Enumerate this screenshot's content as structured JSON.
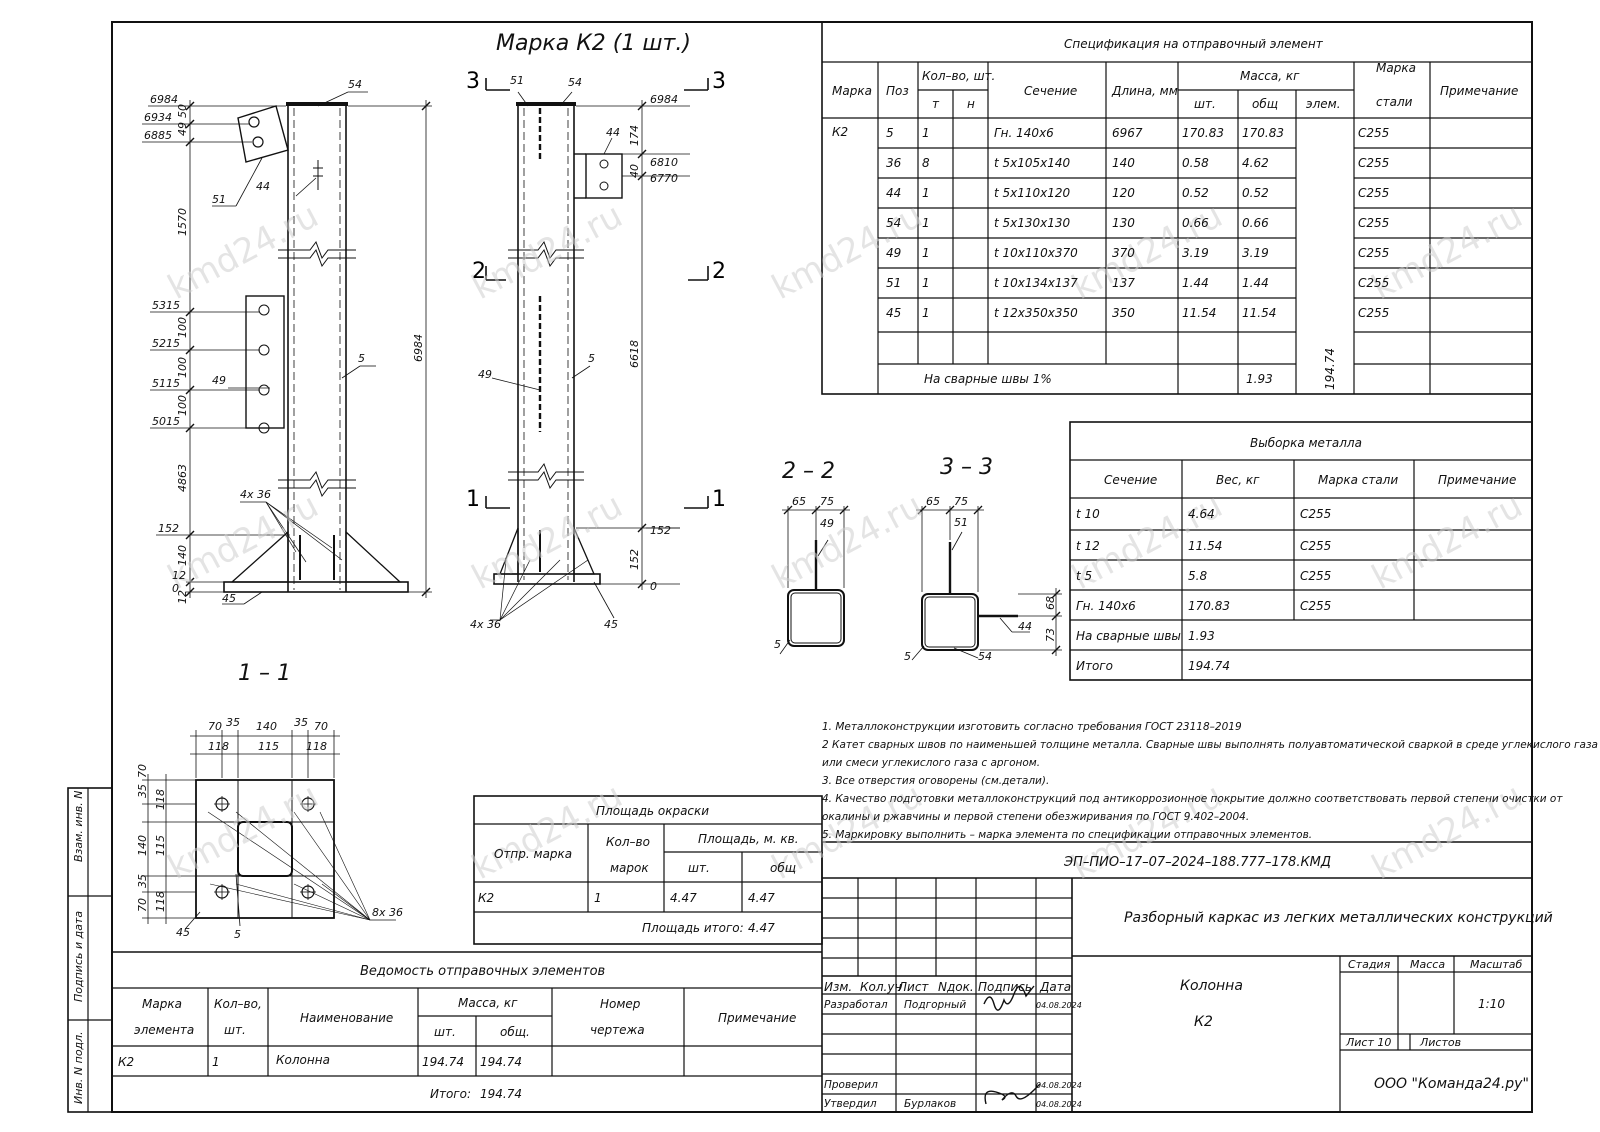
{
  "title": "Марка К2 (1 шт.)",
  "watermark": "kmd24.ru",
  "elevation_left": {
    "levels": [
      "6984",
      "6934",
      "6885",
      "5315",
      "5215",
      "5115",
      "5015",
      "152",
      "12",
      "0"
    ],
    "dims": [
      "50",
      "49",
      "1570",
      "100",
      "100",
      "100",
      "4863",
      "140",
      "12",
      "6984"
    ],
    "callouts": [
      "54",
      "51",
      "44",
      "49",
      "5",
      "45",
      "4х 36"
    ]
  },
  "elevation_right": {
    "levels": [
      "6984",
      "6810",
      "6770",
      "152",
      "0"
    ],
    "dims": [
      "174",
      "40",
      "6618",
      "152"
    ],
    "callouts": [
      "51",
      "54",
      "44",
      "49",
      "5",
      "45",
      "4х 36"
    ],
    "sections": [
      "3",
      "3",
      "2",
      "2",
      "1",
      "1"
    ]
  },
  "section_22": {
    "title": "2 – 2",
    "dims": [
      "65",
      "75"
    ],
    "callouts": [
      "49",
      "5"
    ]
  },
  "section_33": {
    "title": "3 – 3",
    "dims": [
      "65",
      "75",
      "68",
      "73"
    ],
    "callouts": [
      "51",
      "44",
      "5",
      "54"
    ]
  },
  "section_11": {
    "title": "1 – 1",
    "dims_top": [
      "70",
      "35",
      "140",
      "35",
      "70"
    ],
    "dims_top2": [
      "118",
      "115",
      "118"
    ],
    "dims_left": [
      "35",
      "70",
      "118",
      "140",
      "115",
      "35",
      "70",
      "118"
    ],
    "callouts": [
      "45",
      "5",
      "8х 36"
    ]
  },
  "spec": {
    "title": "Спецификация на отправочный элемент",
    "headers": {
      "marka": "Марка",
      "poz": "Поз",
      "qty": "Кол–во, шт.",
      "t": "т",
      "n": "н",
      "section": "Сечение",
      "length": "Длина, мм",
      "mass": "Масса, кг",
      "sht": "шт.",
      "obsh": "общ",
      "elem": "элем.",
      "steel_top": "Марка",
      "steel_bottom": "стали",
      "note": "Примечание"
    },
    "mark": "К2",
    "rows": [
      {
        "poz": "5",
        "t": "1",
        "section": "Гн.    140х6",
        "length": "6967",
        "sht": "170.83",
        "obsh": "170.83",
        "steel": "С255"
      },
      {
        "poz": "36",
        "t": "8",
        "section": "t 5х105х140",
        "length": "140",
        "sht": "0.58",
        "obsh": "4.62",
        "steel": "С255"
      },
      {
        "poz": "44",
        "t": "1",
        "section": "t 5х110х120",
        "length": "120",
        "sht": "0.52",
        "obsh": "0.52",
        "steel": "С255"
      },
      {
        "poz": "54",
        "t": "1",
        "section": "t 5х130х130",
        "length": "130",
        "sht": "0.66",
        "obsh": "0.66",
        "steel": "С255"
      },
      {
        "poz": "49",
        "t": "1",
        "section": "t 10х110х370",
        "length": "370",
        "sht": "3.19",
        "obsh": "3.19",
        "steel": "С255"
      },
      {
        "poz": "51",
        "t": "1",
        "section": "t 10х134х137",
        "length": "137",
        "sht": "1.44",
        "obsh": "1.44",
        "steel": "С255"
      },
      {
        "poz": "45",
        "t": "1",
        "section": "t 12х350х350",
        "length": "350",
        "sht": "11.54",
        "obsh": "11.54",
        "steel": "С255"
      }
    ],
    "welds_label": "На сварные швы 1%",
    "welds_value": "1.93",
    "elem_total": "194.74"
  },
  "metal": {
    "title": "Выборка металла",
    "headers": [
      "Сечение",
      "Вес, кг",
      "Марка стали",
      "Примечание"
    ],
    "rows": [
      [
        "t 10",
        "4.64",
        "С255"
      ],
      [
        "t 12",
        "11.54",
        "С255"
      ],
      [
        "t 5",
        "5.8",
        "С255"
      ],
      [
        "Гн.    140х6",
        "170.83",
        "С255"
      ]
    ],
    "welds": [
      "На сварные швы",
      "1.93"
    ],
    "total": [
      "Итого",
      "194.74"
    ]
  },
  "notes": [
    "1.  Металлоконструкции изготовить согласно требования ГОСТ 23118–2019",
    "2  Катет сварных швов по наименьшей толщине металла. Сварные швы выполнять полуавтоматической сваркой в среде углекислого газа",
    "или смеси углекислого газа с аргоном.",
    "3. Все отверстия оговорены (см.детали).",
    "4. Качество подготовки металлоконструкций под антикоррозионное покрытие должно соответствовать первой степени очистки от",
    "окалины и  ржавчины и первой степени обезжиривания по ГОСТ 9.402–2004.",
    "5. Маркировку выполнить – марка элемента по спецификации отправочных элементов."
  ],
  "paint": {
    "title": "Площадь окраски",
    "h_mark": "Отпр. марка",
    "h_qty_1": "Кол–во",
    "h_qty_2": "марок",
    "h_area": "Площадь, м. кв.",
    "h_sht": "шт.",
    "h_obsh": "общ",
    "row": [
      "К2",
      "1",
      "4.47",
      "4.47"
    ],
    "total_label": "Площадь итого:",
    "total_value": "4.47"
  },
  "ship": {
    "title": "Ведомость отправочных элементов",
    "h_mark_1": "Марка",
    "h_mark_2": "элемента",
    "h_qty_1": "Кол–во,",
    "h_qty_2": "шт.",
    "h_name": "Наименование",
    "h_mass": "Масса, кг",
    "h_sht": "шт.",
    "h_obsh": "общ.",
    "h_num_1": "Номер",
    "h_num_2": "чертежа",
    "h_note": "Примечание",
    "row": [
      "К2",
      "1",
      "Колонна",
      "194.74",
      "194.74"
    ],
    "total_label": "Итого:",
    "total_value": "194.74"
  },
  "stamp": {
    "code": "ЭП–ПИО–17–07–2024–188.777–178.КМД",
    "project": "Разборный каркас из легких металлических конструкций",
    "sheet_name_1": "Колонна",
    "sheet_name_2": "К2",
    "h_izm": "Изм.",
    "h_koluch": "Кол.уч",
    "h_list": "Лист",
    "h_ndok": "Nдок.",
    "h_sign": "Подпись",
    "h_date": "Дата",
    "role_dev": "Разработал",
    "name_dev": "Подгорный",
    "date_dev": "04.08.2024",
    "role_check": "Проверил",
    "date_check": "04.08.2024",
    "role_appr": "Утвердил",
    "name_appr": "Бурлаков",
    "date_appr": "04.08.2024",
    "h_stage": "Стадия",
    "h_mass": "Масса",
    "h_scale": "Масштаб",
    "scale": "1:10",
    "sheet": "Лист 10",
    "sheets": "Листов",
    "company": "ООО \"Команда24.ру\""
  },
  "side": [
    "Взам. инв. N",
    "Подпись и дата",
    "Инв. N подл."
  ]
}
